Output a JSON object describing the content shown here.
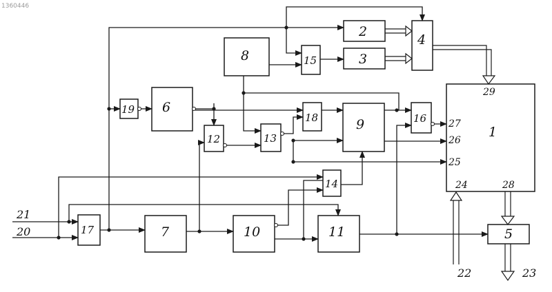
{
  "doc_number": "1360446",
  "blocks": {
    "b1": "1",
    "b2": "2",
    "b3": "3",
    "b4": "4",
    "b5": "5",
    "b6": "6",
    "b7": "7",
    "b8": "8",
    "b9": "9",
    "b10": "10",
    "b11": "11",
    "b12": "12",
    "b13": "13",
    "b14": "14",
    "b15": "15",
    "b16": "16",
    "b17": "17",
    "b18": "18",
    "b19": "19"
  },
  "pins": {
    "p20": "20",
    "p21": "21",
    "p22": "22",
    "p23": "23",
    "p24": "24",
    "p25": "25",
    "p26": "26",
    "p27": "27",
    "p28": "28",
    "p29": "29"
  }
}
